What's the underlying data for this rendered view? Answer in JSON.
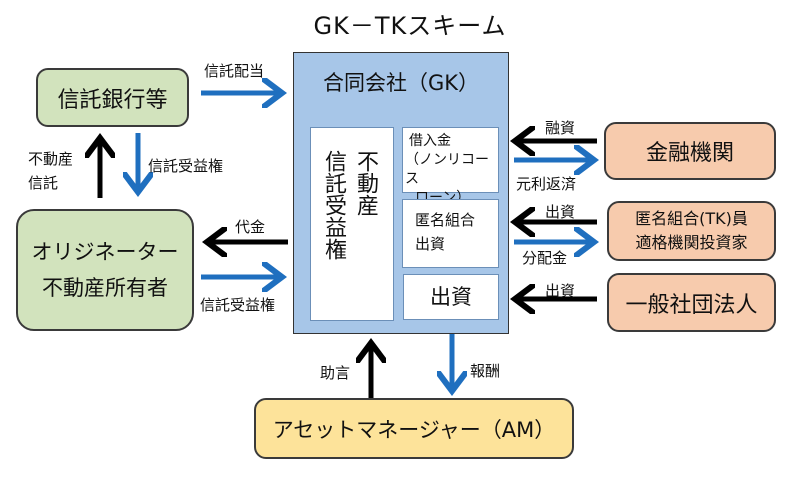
{
  "title": "GK－TKスキーム",
  "gk": {
    "label": "合同会社（GK）",
    "assets_line1": "不動産",
    "assets_line2": "信託受益権",
    "loan_lines": [
      "借入金",
      "（ノンリコース",
      "ローン）"
    ],
    "tk_lines": [
      "匿名組合",
      "出資"
    ],
    "equity": "出資"
  },
  "nodes": {
    "trust_bank": "信託銀行等",
    "originator_line1": "オリジネーター",
    "originator_line2": "不動産所有者",
    "lender": "金融機関",
    "tk_investor_line1": "匿名組合(TK)員",
    "tk_investor_line2": "適格機関投資家",
    "general_corp": "一般社団法人",
    "asset_manager": "アセットマネージャー（AM）"
  },
  "flows": {
    "trust_dividend": "信託配当",
    "re_trust_line1": "不動産",
    "re_trust_line2": "信託",
    "trust_beneficiary_right_down": "信託受益権",
    "payment": "代金",
    "trust_beneficiary_right_right": "信託受益権",
    "financing": "融資",
    "repayment": "元利返済",
    "tk_investment": "出資",
    "distribution": "分配金",
    "equity_investment": "出資",
    "advice": "助言",
    "fee": "報酬"
  },
  "colors": {
    "black_arrow": "#000000",
    "blue_arrow": "#1f6fbf",
    "gk_fill": "#a7c6e8",
    "green_fill": "#d2e3bd",
    "peach_fill": "#f7cbad",
    "yellow_fill": "#fde39a"
  }
}
